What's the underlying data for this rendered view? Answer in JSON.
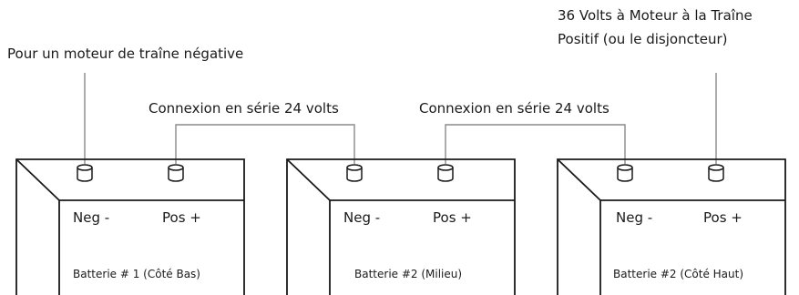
{
  "labels": {
    "neg_lead": "Pour un moteur de traîne négative",
    "pos_lead_line1": "36 Volts à Moteur à la Traîne",
    "pos_lead_line2": "Positif (ou le disjoncteur)",
    "series_link_1": "Connexion en série 24 volts",
    "series_link_2": "Connexion en série 24 volts"
  },
  "batteries": [
    {
      "name": "Batterie # 1 (Côté Bas)",
      "neg": "Neg -",
      "pos": "Pos +"
    },
    {
      "name": "Batterie #2 (Milieu)",
      "neg": "Neg -",
      "pos": "Pos +"
    },
    {
      "name": "Batterie #2 (Côté Haut)",
      "neg": "Neg -",
      "pos": "Pos +"
    }
  ],
  "colors": {
    "outline": "#1a1a1a",
    "wire": "#8a8a8a",
    "background": "#ffffff"
  }
}
